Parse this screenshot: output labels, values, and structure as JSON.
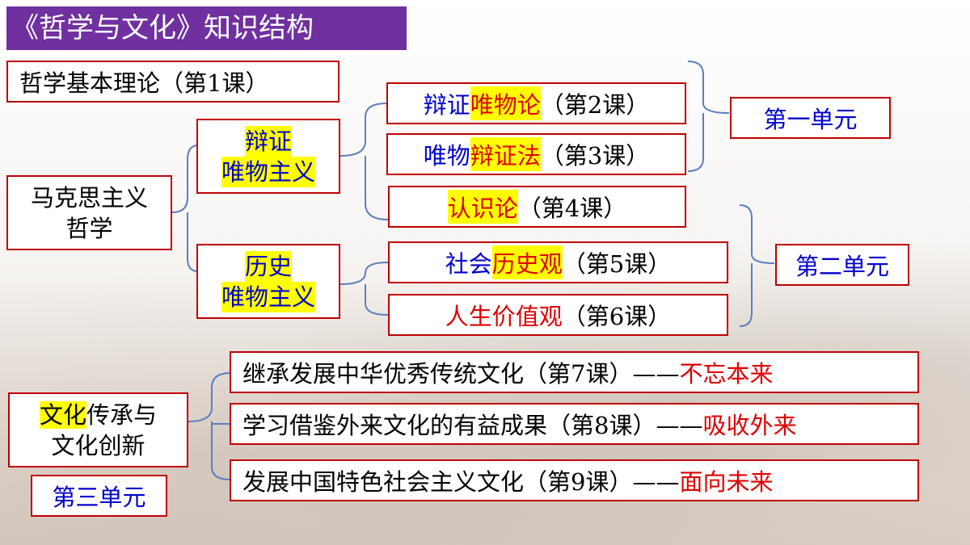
{
  "title": "《哲学与文化》知识结构",
  "phil_basic": "哲学基本理论（第1课）",
  "marxism": [
    "马克思主义",
    "哲学"
  ],
  "dialectical": [
    "辩证",
    "唯物主义"
  ],
  "historical": [
    "历史",
    "唯物主义"
  ],
  "lesson2": {
    "a": "辩证",
    "b": "唯物论",
    "c": "（第2课）"
  },
  "lesson3": {
    "a": "唯物",
    "b": "辩证法",
    "c": "（第3课）"
  },
  "lesson4": {
    "b": "认识论",
    "c": "（第4课）"
  },
  "lesson5": {
    "a": "社会",
    "b": "历史观",
    "c": "（第5课）"
  },
  "lesson6": {
    "b": "人生价值观",
    "c": "（第6课）"
  },
  "lesson7": {
    "a": "继承发展中华优秀传统文化（第7课）——",
    "b": "不忘本来"
  },
  "lesson8": {
    "a": "学习借鉴外来文化的有益成果（第8课）——",
    "b": "吸收外来"
  },
  "lesson9": {
    "a": "发展中国特色社会主义文化（第9课）——",
    "b": "面向未来"
  },
  "culture": {
    "a": "文化",
    "b": "传承与",
    "c": "文化创新"
  },
  "units": {
    "u1": "第一单元",
    "u2": "第二单元",
    "u3": "第三单元"
  }
}
